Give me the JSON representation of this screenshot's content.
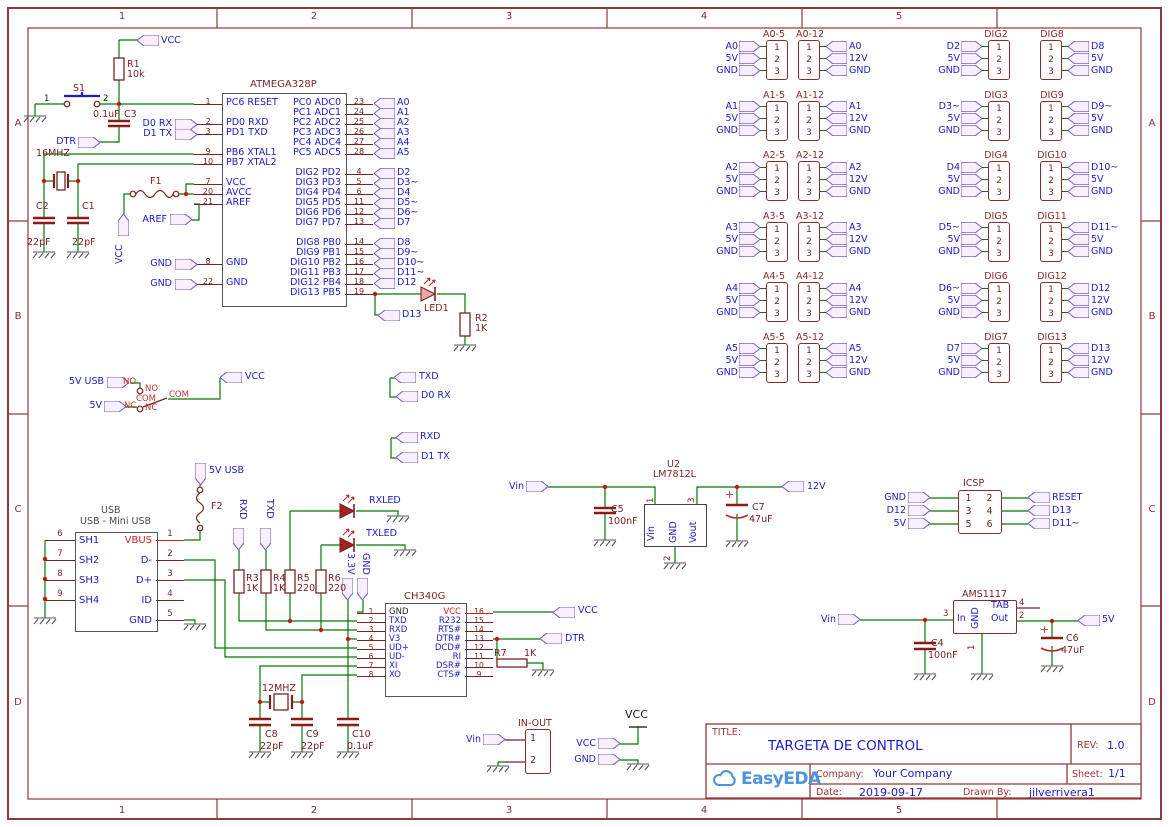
{
  "frame": {
    "cols": [
      "1",
      "2",
      "3",
      "4",
      "5"
    ],
    "rows": [
      "A",
      "B",
      "C",
      "D"
    ]
  },
  "title_block": {
    "title_label": "TITLE:",
    "title": "TARGETA DE CONTROL",
    "rev_label": "REV:",
    "rev": "1.0",
    "company_label": "Company:",
    "company": "Your Company",
    "sheet_label": "Sheet:",
    "sheet": "1/1",
    "date_label": "Date:",
    "date": "2019-09-17",
    "drawn_label": "Drawn By:",
    "drawn_by": "jilverrivera1",
    "logo_text": "EasyEDA"
  },
  "atmega": {
    "title": "ATMEGA328P",
    "left_pins": [
      {
        "num": "1",
        "name": "PC6 RESET"
      },
      {
        "num": "",
        "name": ""
      },
      {
        "num": "2",
        "name": "PD0 RXD"
      },
      {
        "num": "3",
        "name": "PD1 TXD"
      },
      {
        "num": "",
        "name": ""
      },
      {
        "num": "9",
        "name": "PB6 XTAL1"
      },
      {
        "num": "10",
        "name": "PB7 XTAL2"
      },
      {
        "num": "",
        "name": ""
      },
      {
        "num": "7",
        "name": "VCC"
      },
      {
        "num": "20",
        "name": "AVCC"
      },
      {
        "num": "21",
        "name": "AREF"
      },
      {
        "num": "",
        "name": ""
      },
      {
        "num": "",
        "name": ""
      },
      {
        "num": "",
        "name": ""
      },
      {
        "num": "",
        "name": ""
      },
      {
        "num": "",
        "name": ""
      },
      {
        "num": "8",
        "name": "GND"
      },
      {
        "num": "",
        "name": ""
      },
      {
        "num": "22",
        "name": "GND"
      }
    ],
    "right_pins": [
      {
        "num": "23",
        "name": "PC0 ADC0"
      },
      {
        "num": "24",
        "name": "PC1 ADC1"
      },
      {
        "num": "25",
        "name": "PC2 ADC2"
      },
      {
        "num": "26",
        "name": "PC3 ADC3"
      },
      {
        "num": "27",
        "name": "PC4 ADC4"
      },
      {
        "num": "28",
        "name": "PC5 ADC5"
      },
      {
        "num": "",
        "name": ""
      },
      {
        "num": "4",
        "name": "DIG2 PD2"
      },
      {
        "num": "5",
        "name": "DIG3 PD3"
      },
      {
        "num": "6",
        "name": "DIG4 PD4"
      },
      {
        "num": "11",
        "name": "DIG5 PD5"
      },
      {
        "num": "12",
        "name": "DIG6 PD6"
      },
      {
        "num": "13",
        "name": "DIG7 PD7"
      },
      {
        "num": "",
        "name": ""
      },
      {
        "num": "14",
        "name": "DIG8 PB0"
      },
      {
        "num": "15",
        "name": "DIG9 PB1"
      },
      {
        "num": "16",
        "name": "DIG10 PB2"
      },
      {
        "num": "17",
        "name": "DIG11 PB3"
      },
      {
        "num": "18",
        "name": "DIG12 PB4"
      },
      {
        "num": "19",
        "name": "DIG13 PB5"
      }
    ]
  },
  "atmega_flags": {
    "analog": [
      {
        "t": "A0"
      },
      {
        "t": "A1"
      },
      {
        "t": "A2"
      },
      {
        "t": "A3"
      },
      {
        "t": "A4"
      },
      {
        "t": "A5"
      }
    ],
    "dig1": [
      {
        "t": "D2"
      },
      {
        "t": "D3~"
      },
      {
        "t": "D4"
      },
      {
        "t": "D5~"
      },
      {
        "t": "D6~"
      },
      {
        "t": "D7"
      }
    ],
    "dig2": [
      {
        "t": "D8"
      },
      {
        "t": "D9~"
      },
      {
        "t": "D10~"
      },
      {
        "t": "D11~"
      },
      {
        "t": "D12"
      }
    ]
  },
  "usb": {
    "title": "USB",
    "subtitle": "USB - Mini USB",
    "left_pins": [
      {
        "num": "6",
        "name": "SH1"
      },
      {
        "num": "7",
        "name": "SH2"
      },
      {
        "num": "8",
        "name": "SH3"
      },
      {
        "num": "9",
        "name": "SH4"
      }
    ],
    "right_pins": [
      {
        "num": "1",
        "name": "VBUS",
        "cls": "red"
      },
      {
        "num": "2",
        "name": "D-"
      },
      {
        "num": "3",
        "name": "D+"
      },
      {
        "num": "4",
        "name": "ID"
      },
      {
        "num": "5",
        "name": "GND"
      }
    ]
  },
  "ch340": {
    "title": "CH340G",
    "left_pins": [
      {
        "num": "1",
        "name": "GND",
        "cls": "black"
      },
      {
        "num": "2",
        "name": "TXD"
      },
      {
        "num": "3",
        "name": "RXD"
      },
      {
        "num": "4",
        "name": "V3"
      },
      {
        "num": "5",
        "name": "UD+"
      },
      {
        "num": "6",
        "name": "UD-"
      },
      {
        "num": "7",
        "name": "XI"
      },
      {
        "num": "8",
        "name": "XO"
      }
    ],
    "right_pins": [
      {
        "num": "16",
        "name": "VCC",
        "cls": "red"
      },
      {
        "num": "15",
        "name": "R232"
      },
      {
        "num": "14",
        "name": "RTS#"
      },
      {
        "num": "13",
        "name": "DTR#"
      },
      {
        "num": "12",
        "name": "DCD#"
      },
      {
        "num": "11",
        "name": "RI"
      },
      {
        "num": "10",
        "name": "DSR#"
      },
      {
        "num": "9",
        "name": "CTS#"
      }
    ]
  },
  "u2": {
    "ref": "U2",
    "part": "LM7812L",
    "vin": "Vin",
    "gnd": "GND",
    "vout": "Vout",
    "p1": "1",
    "p2": "2",
    "p3": "3"
  },
  "ams": {
    "part": "AMS1117",
    "pin_in": "In",
    "gnd": "GND",
    "tab": "TAB",
    "out": "Out",
    "p1": "1",
    "p2": "2",
    "p3": "3",
    "p4": "4"
  },
  "icsp": {
    "title": "ICSP",
    "left_nets": [
      "GND",
      "D12",
      "5V"
    ],
    "right_nets": [
      "RESET",
      "D13",
      "D11~"
    ],
    "rows": [
      [
        "1",
        "2"
      ],
      [
        "3",
        "4"
      ],
      [
        "5",
        "6"
      ]
    ]
  },
  "inout": {
    "title": "IN-OUT",
    "p1": "1",
    "p2": "2"
  },
  "grid": {
    "pin_numbers": [
      "1",
      "2",
      "3"
    ],
    "blocks": [
      {
        "title": "A0-5",
        "side": "left",
        "nets": [
          "A0",
          "5V",
          "GND"
        ]
      },
      {
        "title": "A0-12",
        "side": "right",
        "nets": [
          "A0",
          "12V",
          "GND"
        ]
      },
      {
        "title": "DIG2",
        "side": "left",
        "nets": [
          "D2",
          "5V",
          "GND"
        ]
      },
      {
        "title": "DIG8",
        "side": "right",
        "nets": [
          "D8",
          "5V",
          "GND"
        ]
      },
      {
        "title": "A1-5",
        "side": "left",
        "nets": [
          "A1",
          "5V",
          "GND"
        ]
      },
      {
        "title": "A1-12",
        "side": "right",
        "nets": [
          "A1",
          "12V",
          "GND"
        ]
      },
      {
        "title": "DIG3",
        "side": "left",
        "nets": [
          "D3~",
          "5V",
          "GND"
        ]
      },
      {
        "title": "DIG9",
        "side": "right",
        "nets": [
          "D9~",
          "5V",
          "GND"
        ]
      },
      {
        "title": "A2-5",
        "side": "left",
        "nets": [
          "A2",
          "5V",
          "GND"
        ]
      },
      {
        "title": "A2-12",
        "side": "right",
        "nets": [
          "A2",
          "12V",
          "GND"
        ]
      },
      {
        "title": "DIG4",
        "side": "left",
        "nets": [
          "D4",
          "5V",
          "GND"
        ]
      },
      {
        "title": "DIG10",
        "side": "right",
        "nets": [
          "D10~",
          "5V",
          "GND"
        ]
      },
      {
        "title": "A3-5",
        "side": "left",
        "nets": [
          "A3",
          "5V",
          "GND"
        ]
      },
      {
        "title": "A3-12",
        "side": "right",
        "nets": [
          "A3",
          "12V",
          "GND"
        ]
      },
      {
        "title": "DIG5",
        "side": "left",
        "nets": [
          "D5~",
          "5V",
          "GND"
        ]
      },
      {
        "title": "DIG11",
        "side": "right",
        "nets": [
          "D11~",
          "5V",
          "GND"
        ]
      },
      {
        "title": "A4-5",
        "side": "left",
        "nets": [
          "A4",
          "5V",
          "GND"
        ]
      },
      {
        "title": "A4-12",
        "side": "right",
        "nets": [
          "A4",
          "12V",
          "GND"
        ]
      },
      {
        "title": "DIG6",
        "side": "left",
        "nets": [
          "D6~",
          "5V",
          "GND"
        ]
      },
      {
        "title": "DIG12",
        "side": "right",
        "nets": [
          "D12",
          "12V",
          "GND"
        ]
      },
      {
        "title": "A5-5",
        "side": "left",
        "nets": [
          "A5",
          "5V",
          "GND"
        ]
      },
      {
        "title": "A5-12",
        "side": "right",
        "nets": [
          "A5",
          "12V",
          "GND"
        ]
      },
      {
        "title": "DIG7",
        "side": "left",
        "nets": [
          "D7",
          "5V",
          "GND"
        ]
      },
      {
        "title": "DIG13",
        "side": "right",
        "nets": [
          "D13",
          "12V",
          "GND"
        ]
      }
    ]
  },
  "labels": {
    "vcc_top": "VCC",
    "r1": "R1",
    "r1v": "10k",
    "s1": "S1",
    "s1p1": "1",
    "s1p2": "2",
    "c3v": "0.1uF",
    "c3": "C3",
    "dtr": "DTR",
    "d0rx": "D0 RX",
    "d1tx": "D1 TX",
    "mhz16": "16MHZ",
    "c2": "C2",
    "c2v": "22pF",
    "c1": "C1",
    "c1v": "22pF",
    "f1": "F1",
    "vcc_vert": "VCC",
    "aref": "AREF",
    "gnd_a": "GND",
    "gnd_b": "GND",
    "led1": "LED1",
    "r2": "R2",
    "r2v": "1K",
    "d13": "D13",
    "usb5v_sw": "5V USB",
    "v5_sw": "5V",
    "no1": "NO",
    "no2": "NO",
    "com1": "COM",
    "com2": "COM",
    "nc1": "NC",
    "nc2": "NC",
    "vcc_sw": "VCC",
    "txd_mid": "TXD",
    "d0rx_mid": "D0 RX",
    "rxd_mid": "RXD",
    "d1tx_mid": "D1 TX",
    "usb5v_f2": "5V USB",
    "f2": "F2",
    "rxd_v": "RXD",
    "txd_v": "TXD",
    "v33": "3.3V",
    "gnd_v": "GND",
    "r3": "R3",
    "r3v": "1K",
    "r4": "R4",
    "r4v": "1K",
    "r5": "R5",
    "r5v": "220",
    "r6": "R6",
    "r6v": "220",
    "rxled": "RXLED",
    "txled": "TXLED",
    "vcc_ch": "VCC",
    "dtr_ch": "DTR",
    "r7": "R7",
    "r7v": "1K",
    "mhz12": "12MHZ",
    "c8": "C8",
    "c8v": "22pF",
    "c9": "C9",
    "c9v": "22pF",
    "c10": "C10",
    "c10v": "0.1uF",
    "vin_u2": "Vin",
    "c5": "C5",
    "c5v": "100nF",
    "c7": "C7",
    "c7v": "47uF",
    "c7p": "+",
    "v12": "12V",
    "vin_ams": "Vin",
    "c4": "C4",
    "c4v": "100nF",
    "c6": "C6",
    "c6v": "47uF",
    "c6p": "+",
    "v5_ams": "5V",
    "vin_io": "Vin",
    "vcc_pwr": "VCC",
    "vcc_bot": "VCC",
    "gnd_bot": "GND"
  }
}
